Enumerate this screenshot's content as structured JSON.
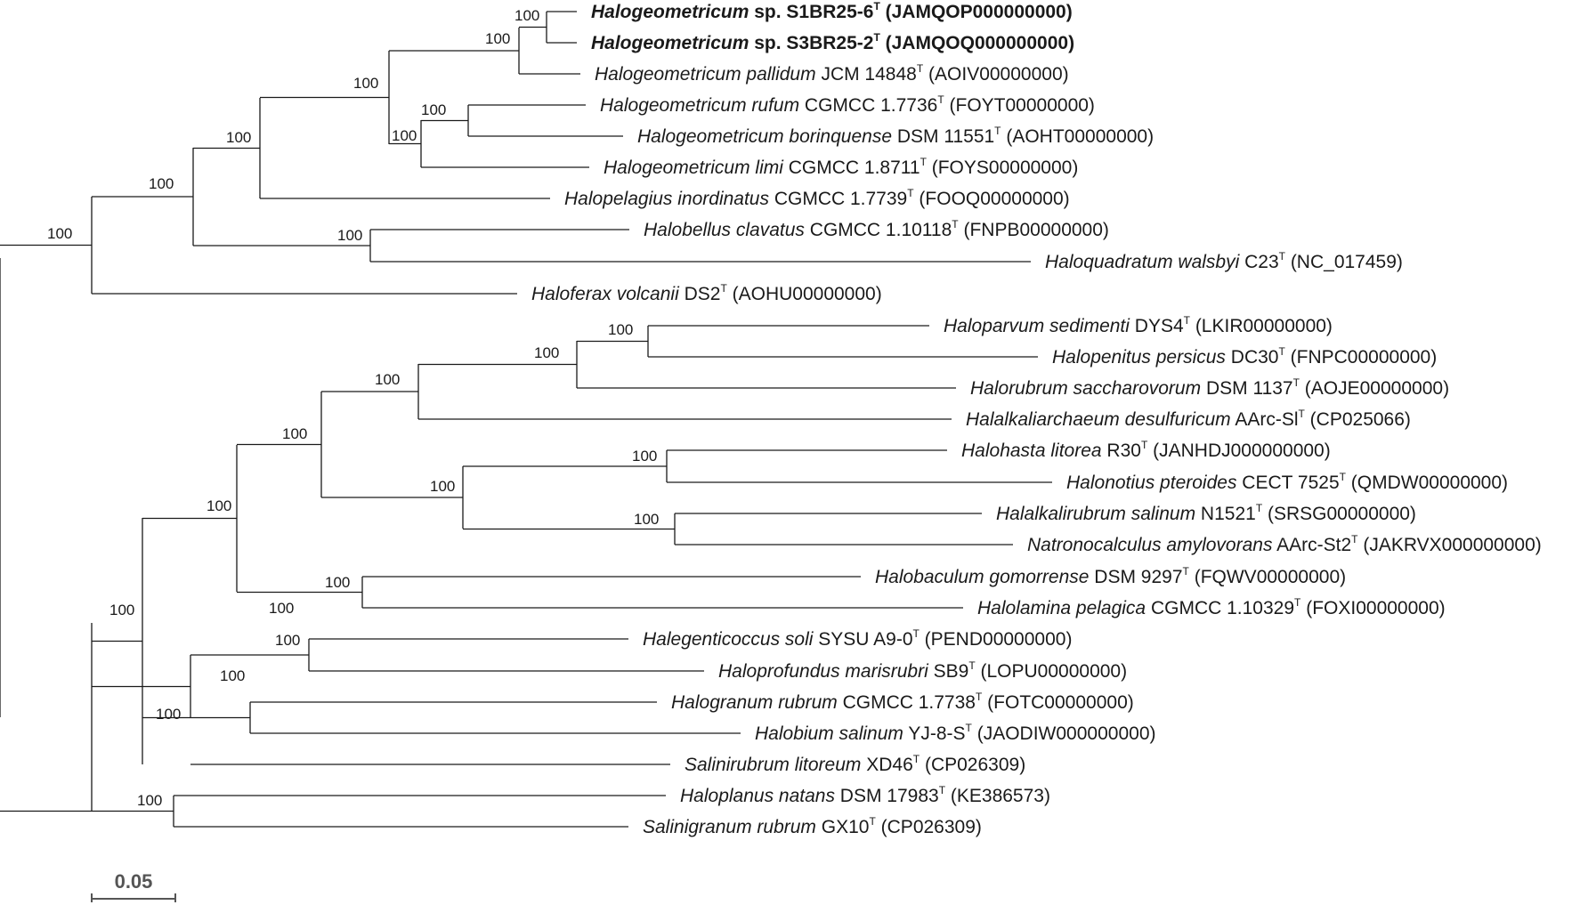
{
  "scale_bar": {
    "label": "0.05",
    "length": 0.05
  },
  "colors": {
    "line": "#1a1a1a",
    "highlight_green": "#2e9e44",
    "highlight_orange": "#f5a623"
  },
  "leaves": [
    {
      "genus": "Halogeometricum",
      "species": "sp.",
      "strain": "S1BR25-6",
      "acc": "(JAMQOP000000000)",
      "color": "#2e9e44",
      "bold": true
    },
    {
      "genus": "Halogeometricum",
      "species": "sp.",
      "strain": "S3BR25-2",
      "acc": "(JAMQOQ000000000)",
      "color": "#f5a623",
      "bold": true
    },
    {
      "name": "Halogeometricum pallidum",
      "strain": "JCM 14848",
      "acc": "(AOIV00000000)"
    },
    {
      "name": "Halogeometricum rufum",
      "strain": "CGMCC  1.7736",
      "acc": "(FOYT00000000)"
    },
    {
      "name": "Halogeometricum borinquense",
      "strain": "DSM 11551",
      "acc": "(AOHT00000000)"
    },
    {
      "name": "Halogeometricum limi",
      "strain": "CGMCC 1.8711",
      "acc": "(FOYS00000000)"
    },
    {
      "name": "Halopelagius inordinatus",
      "strain": "CGMCC 1.7739",
      "acc": "(FOOQ00000000)"
    },
    {
      "name": "Halobellus clavatus",
      "strain": "CGMCC  1.10118",
      "acc": "(FNPB00000000)"
    },
    {
      "name": "Haloquadratum walsbyi",
      "strain": "C23",
      "acc": "(NC_017459)"
    },
    {
      "name": "Haloferax volcanii",
      "strain": "DS2",
      "acc": "(AOHU00000000)"
    },
    {
      "name": "Haloparvum sedimenti",
      "strain": "DYS4",
      "acc": "(LKIR00000000)"
    },
    {
      "name": "Halopenitus persicus",
      "strain": "DC30",
      "acc": "(FNPC00000000)"
    },
    {
      "name": "Halorubrum saccharovorum",
      "strain": "DSM 1137",
      "acc": "(AOJE00000000)"
    },
    {
      "name": "Halalkaliarchaeum desulfuricum",
      "strain": "AArc-Sl",
      "acc": "(CP025066)"
    },
    {
      "name": "Halohasta litorea",
      "strain": "R30",
      "acc": "(JANHDJ000000000)"
    },
    {
      "name": "Halonotius pteroides",
      "strain": "CECT 7525",
      "acc": "(QMDW00000000)"
    },
    {
      "name": "Halalkalirubrum salinum",
      "strain": "N1521",
      "acc": "(SRSG00000000)"
    },
    {
      "name": "Natronocalculus amylovorans",
      "strain": "AArc-St2",
      "acc": "(JAKRVX000000000)"
    },
    {
      "name": "Halobaculum gomorrense",
      "strain": "DSM 9297",
      "acc": "(FQWV00000000)"
    },
    {
      "name": "Halolamina pelagica",
      "strain": "CGMCC 1.10329",
      "acc": "(FOXI00000000)"
    },
    {
      "name": "Halegenticoccus soli",
      "strain": "SYSU A9-0",
      "acc": "(PEND00000000)"
    },
    {
      "name": "Haloprofundus marisrubri",
      "strain": "SB9",
      "acc": "(LOPU00000000)"
    },
    {
      "name": "Halogranum rubrum",
      "strain": "CGMCC 1.7738",
      "acc": "(FOTC00000000)"
    },
    {
      "name": "Halobium salinum",
      "strain": "YJ-8-S",
      "acc": "(JAODIW000000000)"
    },
    {
      "name": "Salinirubrum litoreum",
      "strain": "XD46",
      "acc": "(CP026309)"
    },
    {
      "name": "Haloplanus natans",
      "strain": "DSM 17983",
      "acc": "(KE386573)"
    },
    {
      "name": "Salinigranum rubrum",
      "strain": "GX10",
      "acc": "(CP026309)"
    }
  ],
  "type_strain_mark": "T",
  "support_values": [
    "100",
    "100",
    "100",
    "100",
    "100",
    "100",
    "100",
    "100",
    "100",
    "100",
    "100",
    "100",
    "100",
    "100",
    "100",
    "100",
    "100",
    "100",
    "100",
    "100",
    "100",
    "100",
    "100",
    "100"
  ]
}
